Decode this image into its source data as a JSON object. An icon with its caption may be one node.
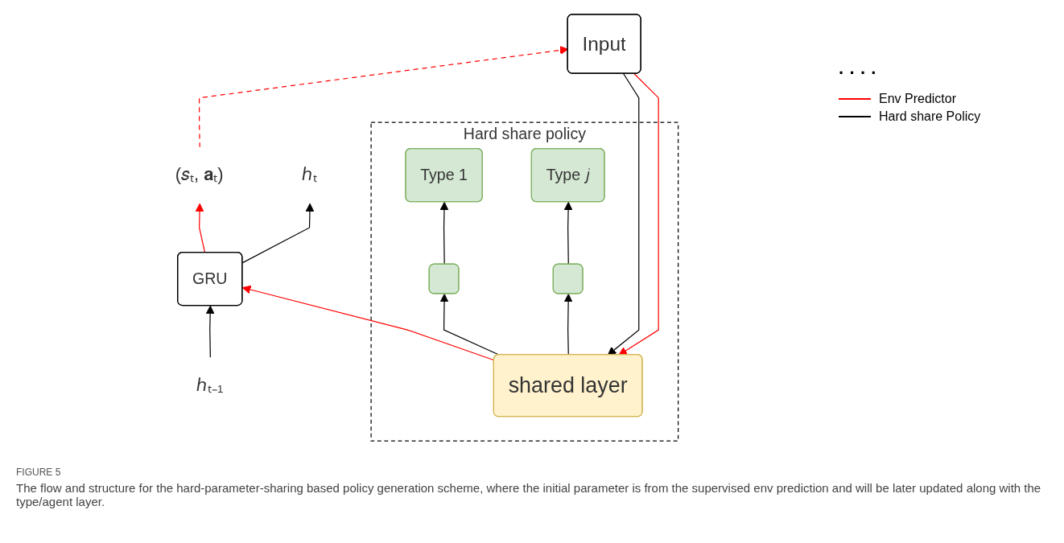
{
  "diagram": {
    "title": "FIGURE 5",
    "caption": "The flow and structure for the hard-parameter-sharing based policy generation scheme, where the initial parameter is from the supervised env prediction and will be later updated along with the type/agent layer.",
    "nodes": [
      {
        "text": [
          "Hard share policy"
        ]
      },
      {
        "text": [
          "Type 1"
        ],
        "in": 0
      },
      {
        "text": [
          "Type 𝑗"
        ],
        "in": 0
      },
      {
        "text": [],
        "shape": "box",
        "in": 0
      },
      {
        "text": [],
        "shape": "box",
        "in": 0
      },
      {
        "text": [
          "shared layer"
        ],
        "in": 0
      },
      {
        "text": [
          "Input"
        ]
      },
      {
        "text": [
          "GRU"
        ]
      },
      {
        "text": [
          "ℎₜ₋₁"
        ]
      },
      {
        "text": [
          "ℎₜ"
        ]
      },
      {
        "text": [
          "(𝑠ₜ, 𝐚ₜ)"
        ]
      }
    ],
    "edges": [
      {
        "from": 3,
        "to": 1,
        "arrow": "to"
      },
      {
        "from": 4,
        "to": 2,
        "arrow": "to"
      },
      {
        "from": 5,
        "to": 3,
        "arrow": "to"
      },
      {
        "from": 5,
        "to": 4,
        "arrow": "to"
      },
      {
        "from": 6,
        "to": 5,
        "arrow": "to"
      },
      {
        "from": 6,
        "to": 5,
        "arrow": "to",
        "color": "#ff0000"
      },
      {
        "from": 5,
        "to": 7,
        "arrow": "to",
        "color": "#ff0000"
      },
      {
        "from": 8,
        "to": 7,
        "arrow": "to"
      },
      {
        "from": 7,
        "to": 9,
        "arrow": "to"
      },
      {
        "from": 7,
        "to": 10,
        "arrow": "to",
        "color": "#ff0000"
      },
      {
        "from": 10,
        "to": 6,
        "arrow": "to",
        "style": "dashed",
        "color": "#ff0000"
      }
    ],
    "labels": [
      "· · · ·"
    ],
    "legend": [
      {
        "text": "Env Predictor"
      },
      {
        "text": "Hard share Policy"
      }
    ]
  }
}
